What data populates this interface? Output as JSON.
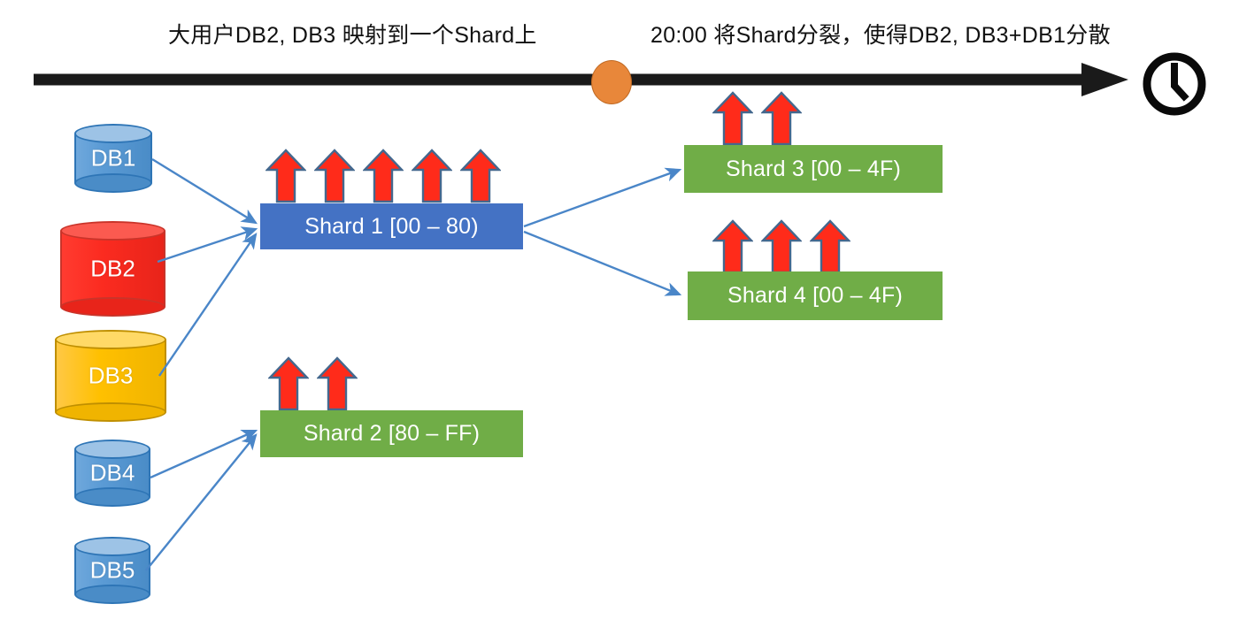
{
  "titles": {
    "left": "大用户DB2, DB3 映射到一个Shard上",
    "right": "20:00 将Shard分裂，使得DB2, DB3+DB1分散"
  },
  "timeline": {
    "name": "time-axis",
    "direction": "left-to-right",
    "marker_label": "",
    "marker_color": "#E8873A",
    "line_color": "#1A1A1A",
    "clock_icon": "clock-icon"
  },
  "databases": [
    {
      "id": "db1",
      "label": "DB1",
      "color": "#5B9BD5",
      "size": "small"
    },
    {
      "id": "db2",
      "label": "DB2",
      "color": "#FF2B1A",
      "size": "large"
    },
    {
      "id": "db3",
      "label": "DB3",
      "color": "#FFC000",
      "size": "large"
    },
    {
      "id": "db4",
      "label": "DB4",
      "color": "#5B9BD5",
      "size": "small"
    },
    {
      "id": "db5",
      "label": "DB5",
      "color": "#5B9BD5",
      "size": "small"
    }
  ],
  "shards": [
    {
      "id": "shard1",
      "label": "Shard 1 [00 – 80)",
      "color": "#4472C4",
      "load_arrows": 5
    },
    {
      "id": "shard2",
      "label": "Shard 2 [80 – FF)",
      "color": "#70AD47",
      "load_arrows": 2
    },
    {
      "id": "shard3",
      "label": "Shard 3 [00 – 4F)",
      "color": "#70AD47",
      "load_arrows": 2
    },
    {
      "id": "shard4",
      "label": "Shard 4 [00 – 4F)",
      "color": "#70AD47",
      "load_arrows": 3
    }
  ],
  "connections": [
    {
      "from": "db1",
      "to": "shard1"
    },
    {
      "from": "db2",
      "to": "shard1"
    },
    {
      "from": "db3",
      "to": "shard1"
    },
    {
      "from": "db4",
      "to": "shard2"
    },
    {
      "from": "db5",
      "to": "shard2"
    },
    {
      "from": "shard1",
      "to": "shard3"
    },
    {
      "from": "shard1",
      "to": "shard4"
    }
  ],
  "colors": {
    "arrow_red": "#FF2B1A",
    "arrow_outline": "#44688E",
    "connector_blue": "#4A86C8",
    "shard_blue": "#4472C4",
    "shard_green": "#70AD47",
    "timeline_black": "#1A1A1A",
    "marker_orange": "#E8873A"
  }
}
